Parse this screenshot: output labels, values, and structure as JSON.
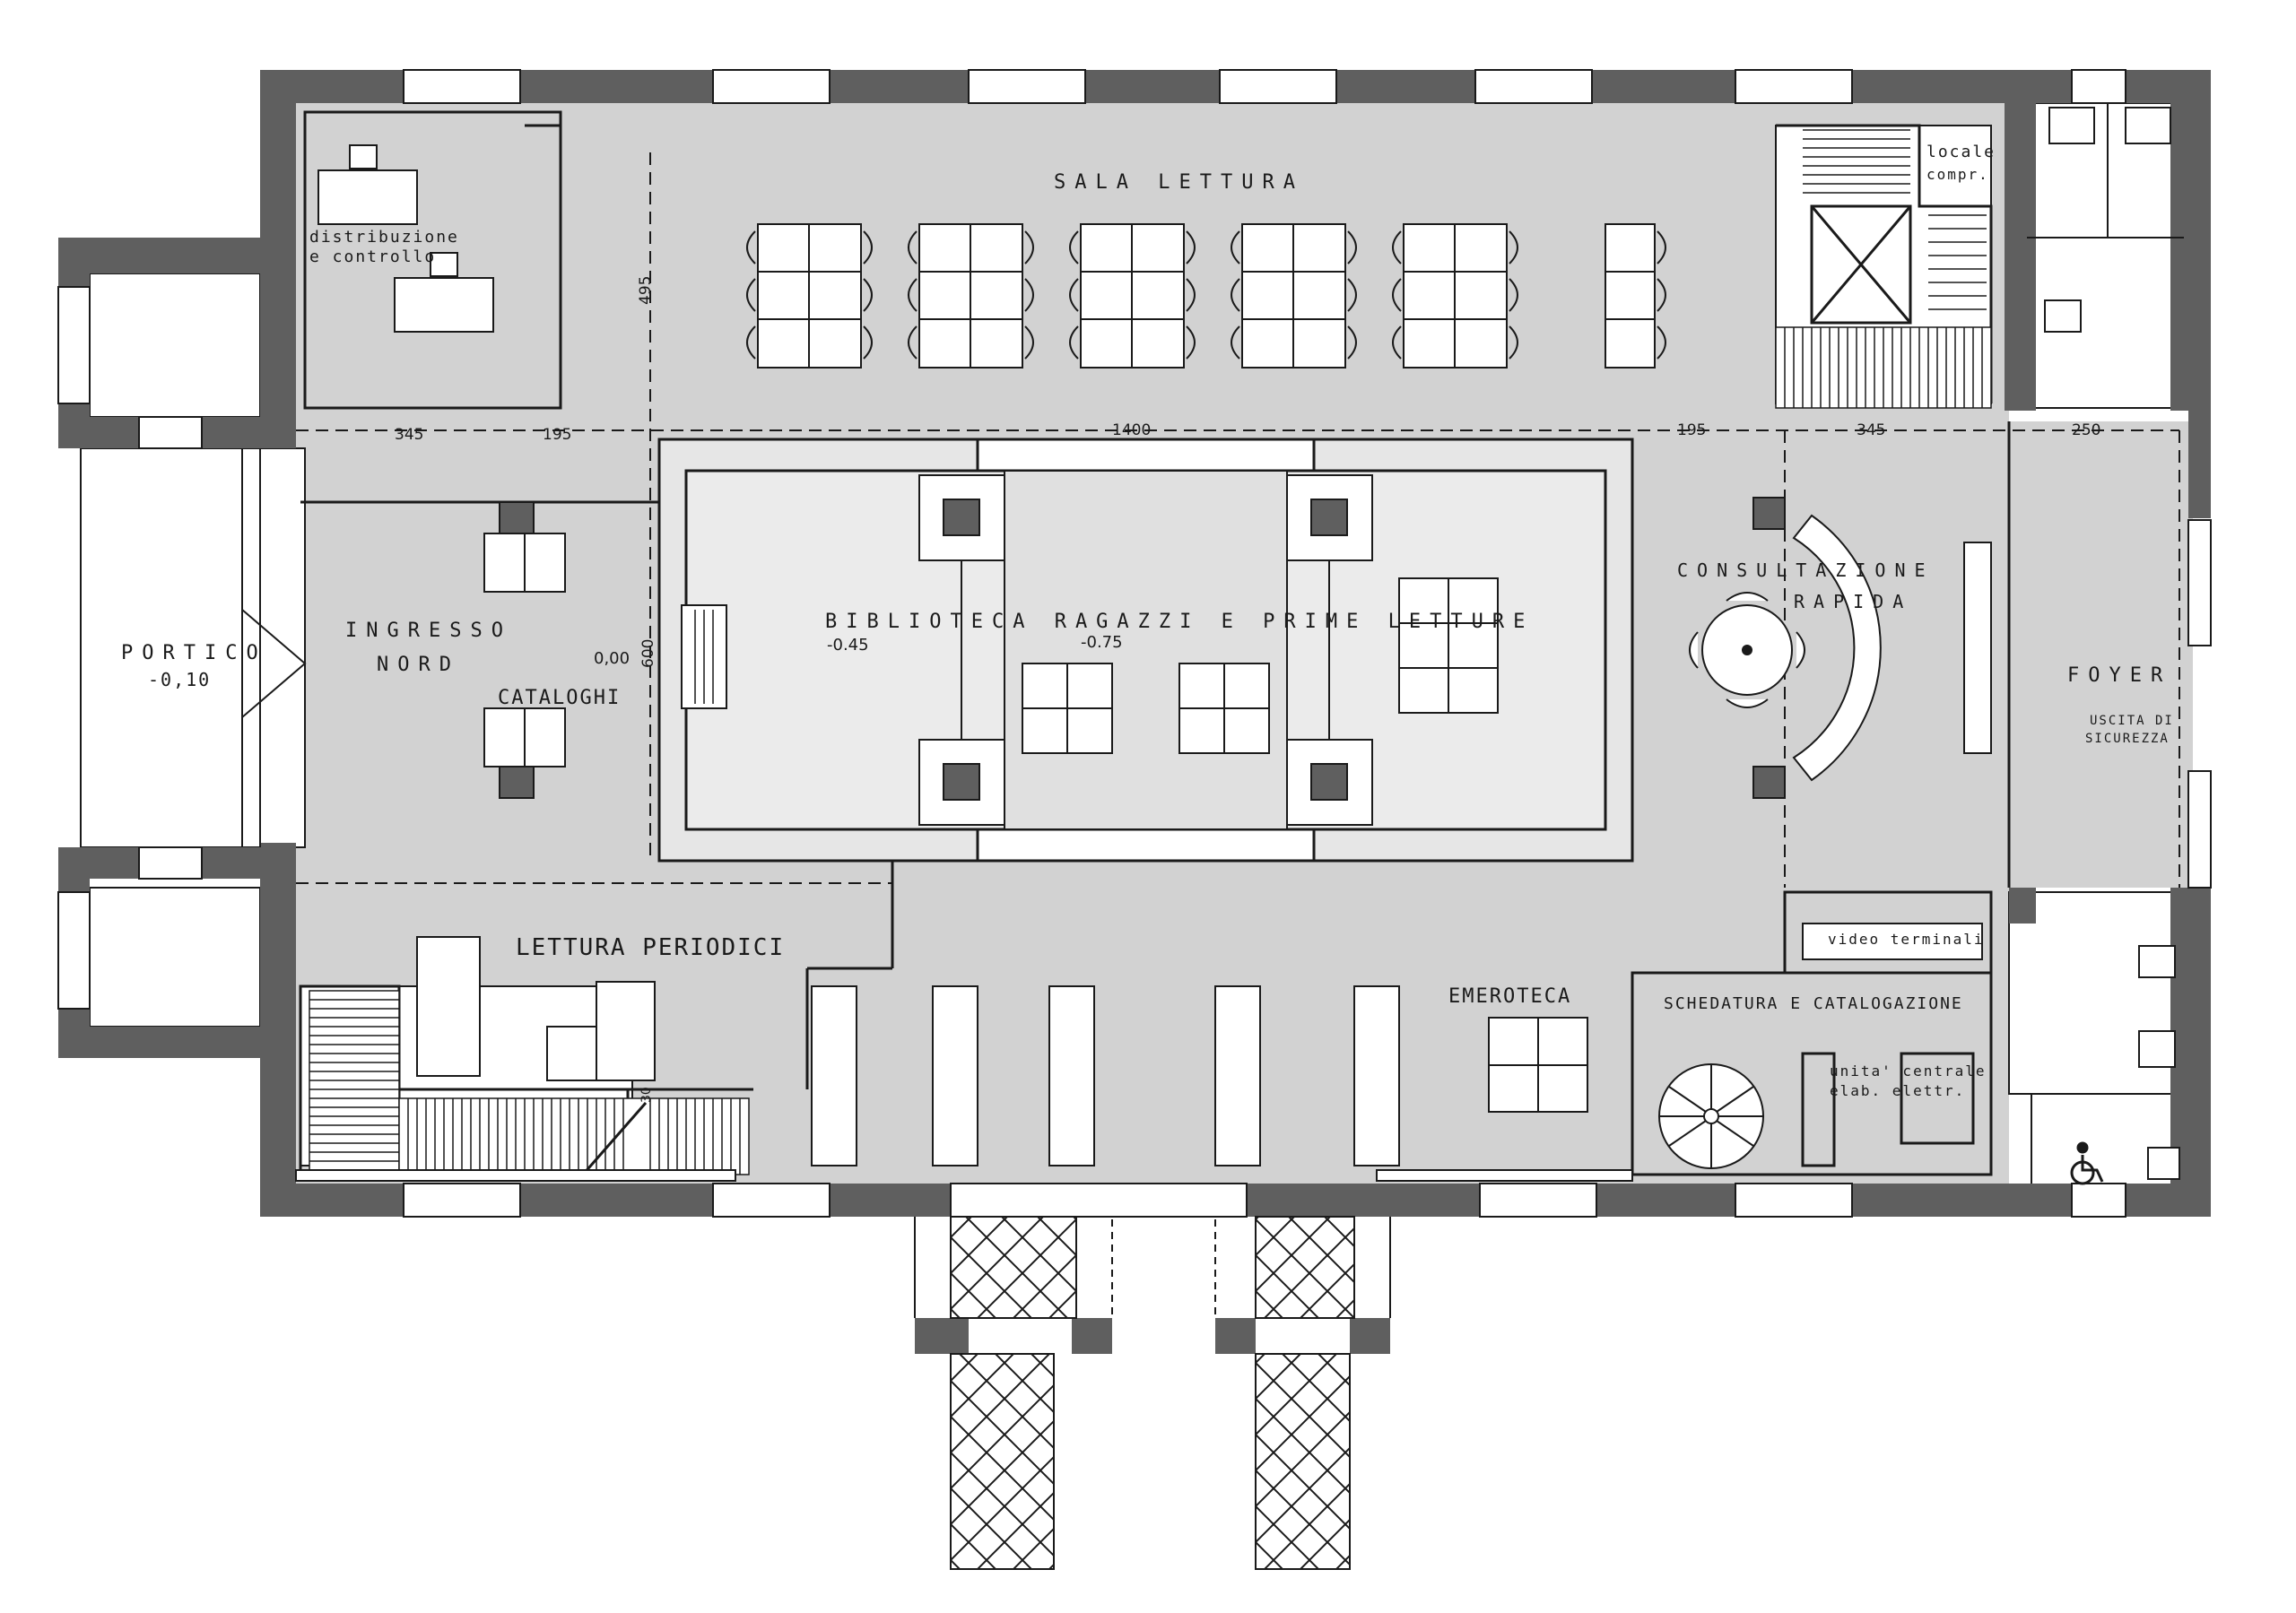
{
  "rooms": {
    "sala_lettura": "SALA  LETTURA",
    "distribuzione_1": "distribuzione",
    "distribuzione_2": "e controllo",
    "locale_1": "locale",
    "locale_2": "compr.",
    "portico": "PORTICO",
    "portico_level": "-0,10",
    "ingresso_1": "INGRESSO",
    "ingresso_2": "NORD",
    "cataloghi": "CATALOGHI",
    "biblioteca": "BIBLIOTECA RAGAZZI E PRIME LETTURE",
    "consultazione_1": "CONSULTAZIONE",
    "consultazione_2": "RAPIDA",
    "foyer": "FOYER",
    "uscita_1": "USCITA DI",
    "uscita_2": "SICUREZZA",
    "lettura_periodici": "LETTURA PERIODICI",
    "emeroteca": "EMEROTECA",
    "schedatura": "SCHEDATURA E CATALOGAZIONE",
    "video_terminali": "video terminali",
    "unita_1": "unita' centrale",
    "unita_2": "elab. elettr."
  },
  "levels": {
    "ingresso": "0,00",
    "biblioteca_left": "-0.45",
    "biblioteca_center": "-0.75"
  },
  "dimensions": {
    "d345_left": "345",
    "d195_left": "195",
    "d1400": "1400",
    "d195_right": "195",
    "d345_right": "345",
    "d250": "250",
    "d495": "495",
    "d600": "600",
    "d30": "30"
  },
  "icons": {
    "accessible": "wheelchair-icon"
  },
  "colors": {
    "wall": "#5f5f5f",
    "floor": "#d2d2d2",
    "line": "#1a1a1a"
  }
}
